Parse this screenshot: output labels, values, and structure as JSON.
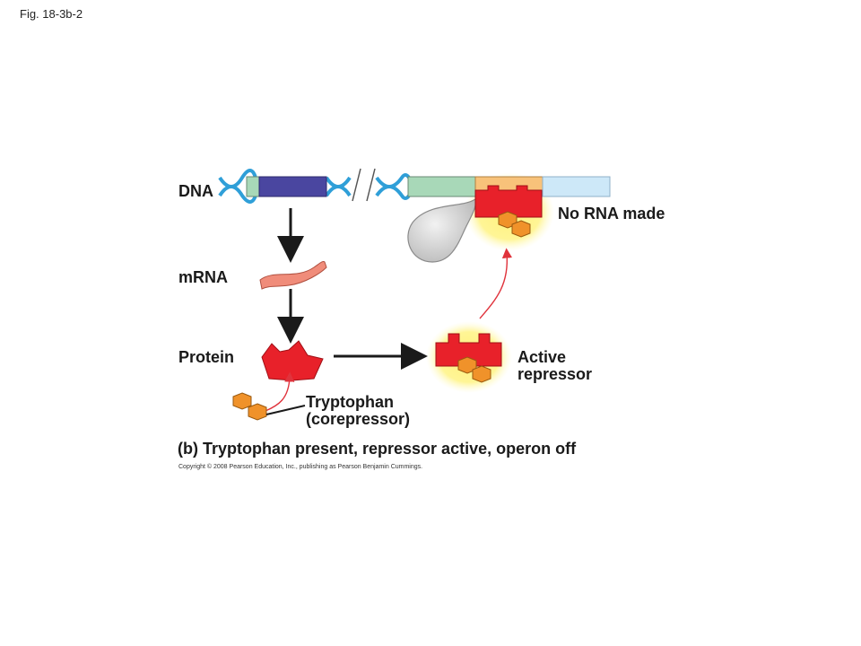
{
  "figure": {
    "label": "Fig. 18-3b-2"
  },
  "labels": {
    "dna": "DNA",
    "mrna": "mRNA",
    "protein": "Protein",
    "no_rna": "No RNA made",
    "active_repressor_line1": "Active",
    "active_repressor_line2": "repressor",
    "tryptophan_line1": "Tryptophan",
    "tryptophan_line2": "(corepressor)"
  },
  "caption": "(b) Tryptophan present, repressor active, operon off",
  "copyright": "Copyright © 2008 Pearson Education, Inc., publishing as Pearson Benjamin Cummings.",
  "colors": {
    "helix": "#2f9fd8",
    "gene_blue": "#4a46a0",
    "promoter_green": "#a8d8b8",
    "operator_orange": "#f8c27a",
    "downstream_blue": "#cde8f8",
    "repressor_red": "#e8212a",
    "tryptophan_orange": "#f0922a",
    "mrna_salmon": "#f08c7a",
    "glow_yellow": "#fff27a",
    "polymerase_gray": "#cfcfcf"
  }
}
